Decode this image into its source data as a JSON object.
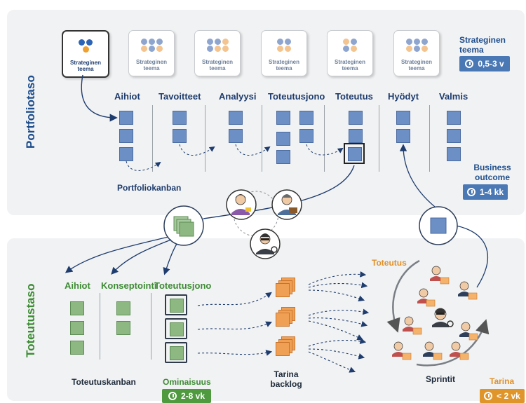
{
  "portfolio": {
    "side_title": "Portfoliotaso",
    "theme_cards": [
      {
        "label": "Strateginen teema"
      },
      {
        "label": "Strateginen teema"
      },
      {
        "label": "Strateginen teema"
      },
      {
        "label": "Strateginen teema"
      },
      {
        "label": "Strateginen teema"
      },
      {
        "label": "Strateginen teema"
      }
    ],
    "theme_badge": {
      "title": "Strateginen teema",
      "duration": "0,5-3 v"
    },
    "columns": [
      "Aihiot",
      "Tavoitteet",
      "Analyysi",
      "Toteutusjono",
      "Toteutus",
      "Hyödyt",
      "Valmis"
    ],
    "kanban_label": "Portfoliokanban",
    "outcome_badge": {
      "title": "Business outcome",
      "duration": "1-4 kk"
    }
  },
  "delivery": {
    "side_title": "Toteutustaso",
    "columns": [
      "Aihiot",
      "Konseptointi",
      "Toteutusjono"
    ],
    "kanban_label": "Toteutuskanban",
    "feature_badge": {
      "title": "Ominaisuus",
      "duration": "2-8 vk"
    },
    "backlog_label": "Tarina backlog",
    "sprint_title": "Toteutus",
    "sprint_label": "Sprintit",
    "story_badge": {
      "title": "Tarina",
      "duration": "< 2 vk"
    }
  },
  "colors": {
    "portfolio_text": "#1f4e8c",
    "delivery_text": "#3d8b34",
    "badge_blue": "#4a78b5",
    "badge_green": "#4f9a3f",
    "badge_orange": "#e0952a",
    "sprint_orange": "#e0902a"
  }
}
